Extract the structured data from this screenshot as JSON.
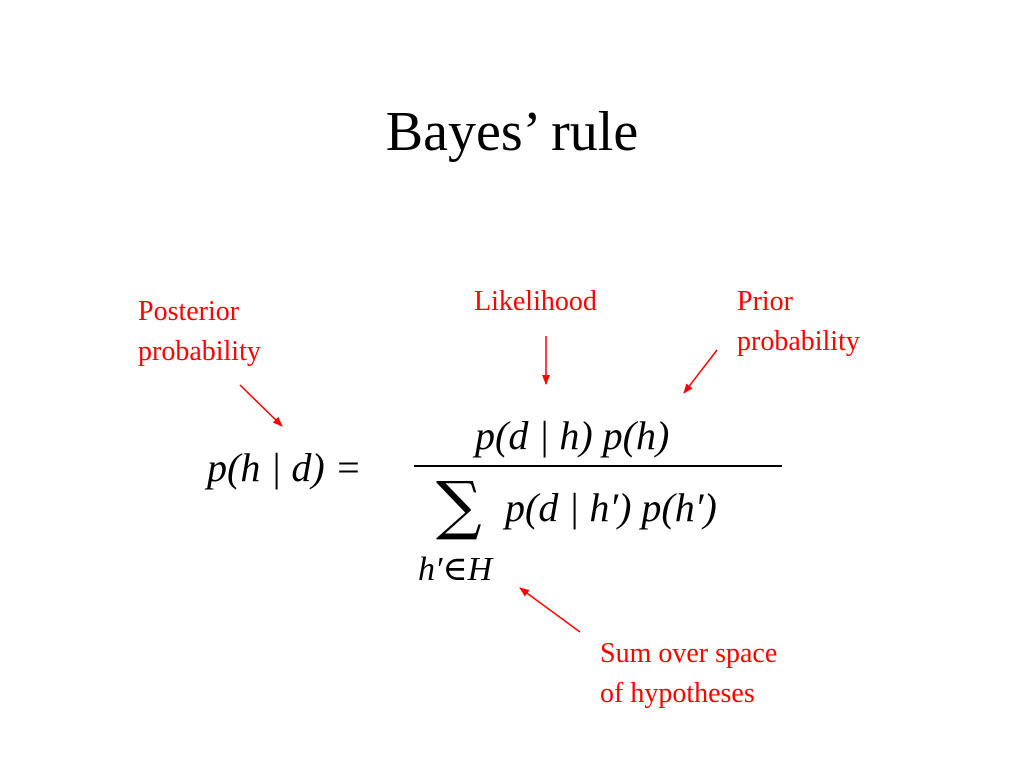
{
  "slide": {
    "title": "Bayes’ rule",
    "annotation_color": "#ff0000",
    "annotations": {
      "posterior": [
        "Posterior",
        "probability"
      ],
      "likelihood": [
        "Likelihood"
      ],
      "prior": [
        "Prior",
        "probability"
      ],
      "sum": [
        "Sum over space",
        "of  hypotheses"
      ]
    },
    "formula": {
      "lhs": "p(h | d) =",
      "numerator": "p(d | h) p(h)",
      "sum_symbol": "∑",
      "denominator_term": "p(d | h′) p(h′)",
      "sum_index": "h′∈H"
    }
  }
}
